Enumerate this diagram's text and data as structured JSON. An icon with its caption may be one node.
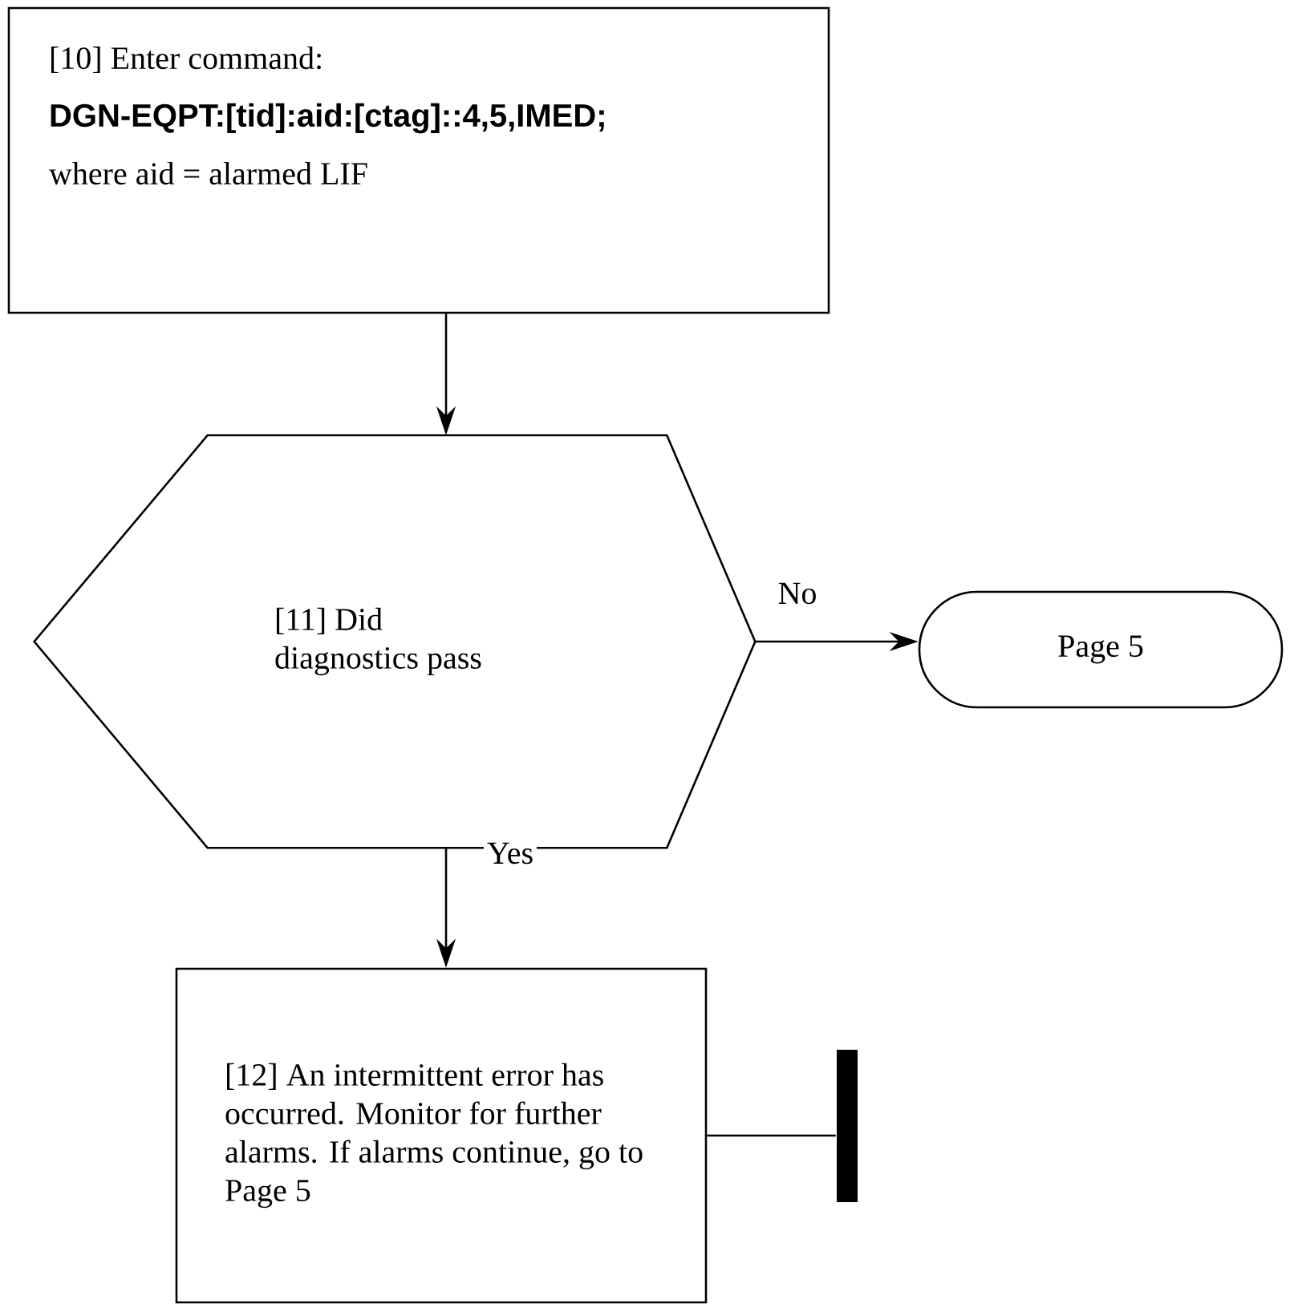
{
  "diagram": {
    "nodes": [
      {
        "text": [
          "[10] Enter command:",
          "DGN-EQPT:[tid]:aid:[ctag]::4,5,IMED;",
          "where aid = alarmed LIF"
        ]
      },
      {
        "text": [
          "[11] Did diagnostics pass"
        ]
      },
      {
        "text": [
          "Page 5"
        ]
      },
      {
        "text": [
          "[12] An intermittent error has occurred. Monitor for further alarms. If alarms continue, go to Page 5"
        ]
      },
      {
        "text": [],
        "shape": "bar"
      }
    ],
    "edges": [
      {
        "from": 0,
        "to": 1,
        "arrow": "to"
      },
      {
        "from": 1,
        "to": 2,
        "arrow": "to",
        "label": "No"
      },
      {
        "from": 1,
        "to": 3,
        "arrow": "to",
        "label": "Yes"
      },
      {
        "from": 3,
        "to": 4,
        "arrow": "none"
      }
    ]
  }
}
